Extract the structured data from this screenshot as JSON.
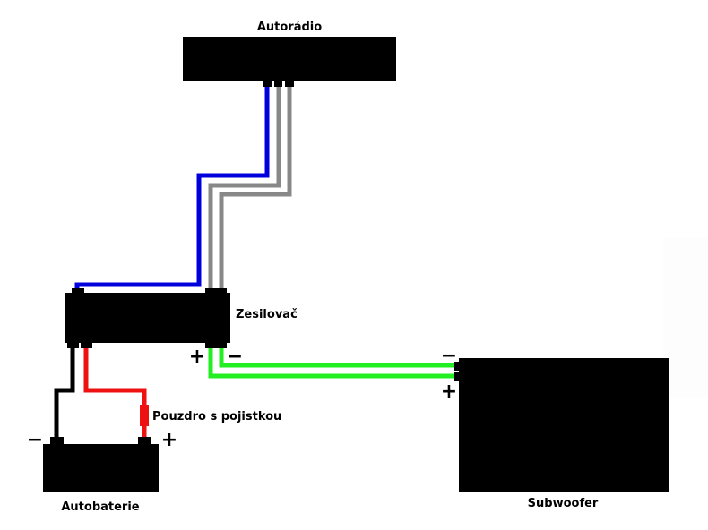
{
  "diagram": {
    "title": "Car audio subwoofer wiring diagram",
    "components": {
      "radio": {
        "label": "Autorádio"
      },
      "amplifier": {
        "label": "Zesilovač"
      },
      "battery": {
        "label": "Autobaterie"
      },
      "fuse": {
        "label": "Pouzdro s pojistkou"
      },
      "subwoofer": {
        "label": "Subwoofer"
      }
    },
    "polarity": {
      "plus": "+",
      "minus": "−"
    },
    "wires": [
      {
        "name": "remote-wire",
        "color": "#0000dd",
        "from": "Autorádio",
        "to": "Zesilovač"
      },
      {
        "name": "rca-left-wire",
        "color": "#888888",
        "from": "Autorádio",
        "to": "Zesilovač"
      },
      {
        "name": "rca-right-wire",
        "color": "#888888",
        "from": "Autorádio",
        "to": "Zesilovač"
      },
      {
        "name": "ground-wire",
        "color": "#000000",
        "from": "Zesilovač",
        "to": "Autobaterie −"
      },
      {
        "name": "power-wire",
        "color": "#ee1111",
        "from": "Zesilovač",
        "to": "Autobaterie + (via Pouzdro s pojistkou)"
      },
      {
        "name": "speaker-plus-wire",
        "color": "#22ee22",
        "from": "Zesilovač +",
        "to": "Subwoofer +"
      },
      {
        "name": "speaker-minus-wire",
        "color": "#22ee22",
        "from": "Zesilovač −",
        "to": "Subwoofer −"
      }
    ],
    "colors": {
      "component": "#000000",
      "remote": "#0000dd",
      "signal": "#888888",
      "power": "#ee1111",
      "ground": "#000000",
      "speaker": "#22ee22",
      "background": "#ffffff"
    }
  }
}
